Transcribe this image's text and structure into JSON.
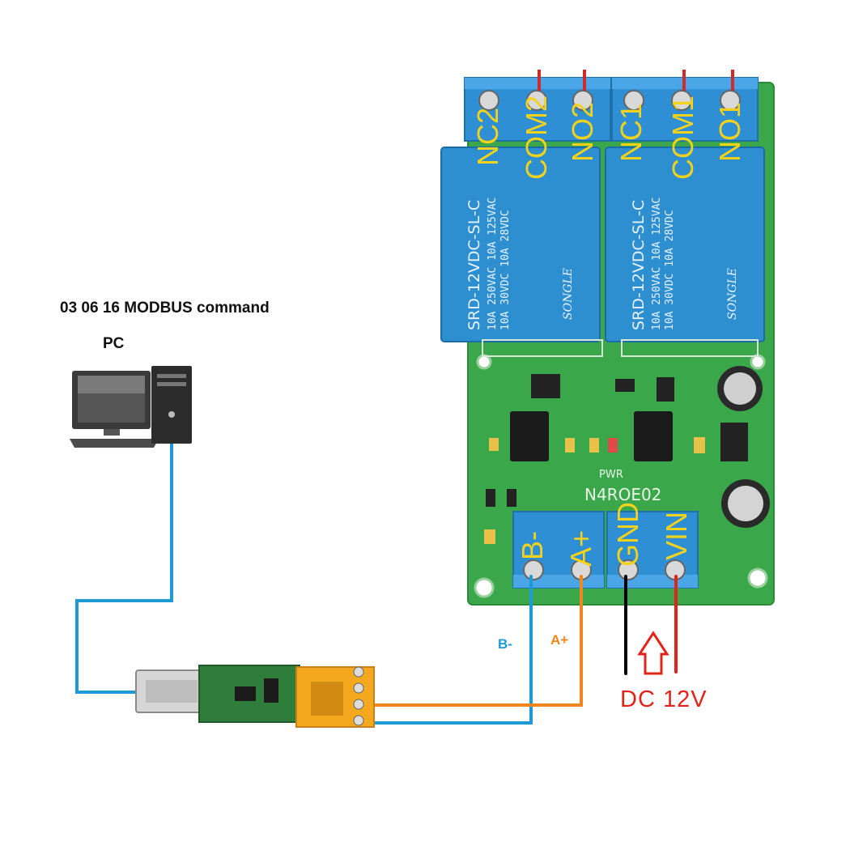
{
  "title": "03 06 16 MODBUS command",
  "pc_label": "PC",
  "relay_terminals": [
    "NC2",
    "COM2",
    "NO2",
    "NC1",
    "COM1",
    "NO1"
  ],
  "bus_terminals": [
    "B-",
    "A+",
    "GND",
    "VIN"
  ],
  "wire_labels": {
    "b_minus": "B-",
    "a_plus": "A+"
  },
  "power_label": "DC 12V",
  "relay_text": [
    "SRD-12VDC-SL-C",
    "10A 250VAC  10A 125VAC",
    "10A 30VDC  10A 28VDC",
    "SONGLE"
  ],
  "board_text": {
    "model": "N4ROE02",
    "pwr": "PWR"
  },
  "colors": {
    "b_wire": "#1e9bd7",
    "a_wire": "#f0861e",
    "vin_wire": "#e2231a",
    "gnd_wire": "#000000",
    "relay": "#2e8fd0",
    "pcb": "#3aa84a",
    "terminal_text": "#f2d21a"
  }
}
